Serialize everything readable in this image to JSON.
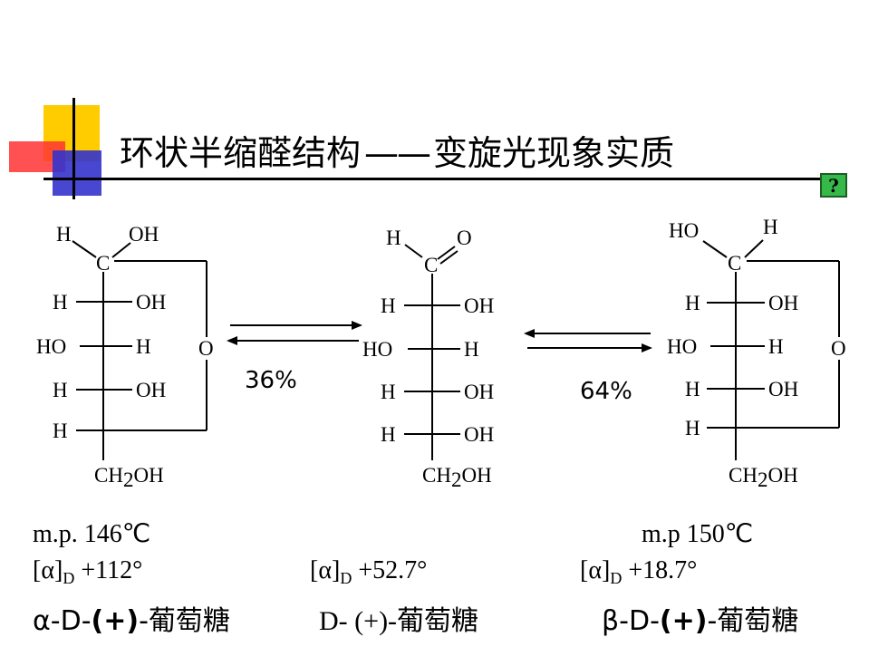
{
  "title": {
    "main": "环状半缩醛结构",
    "dash": "——",
    "sub": "变旋光现象实质"
  },
  "help_button": {
    "label": "?",
    "color": "#36b84a"
  },
  "colors": {
    "accent_yellow": "#ffcc00",
    "accent_red": "#ff3333",
    "accent_blue": "#3333cc"
  },
  "alpha_form": {
    "c1": {
      "H": "H",
      "OH": "OH",
      "C": "C"
    },
    "rows": [
      {
        "left": "H",
        "right": "OH"
      },
      {
        "left": "HO",
        "right": "H"
      },
      {
        "left": "H",
        "right": "OH"
      },
      {
        "left": "H",
        "right": ""
      }
    ],
    "ring_o": "O",
    "bottom": {
      "a": "CH",
      "sub": "2",
      "b": "OH"
    },
    "mp": "m.p. 146℃",
    "rotation": {
      "symbol": "[α]",
      "sub": "D",
      "value": "+112°"
    },
    "name": {
      "greek": "α",
      "prefix": "-D-",
      "sign": "(+)",
      "suffix": "-葡萄糖"
    }
  },
  "open_form": {
    "c1": {
      "H": "H",
      "O": "O",
      "C": "C"
    },
    "rows": [
      {
        "left": "H",
        "right": "OH"
      },
      {
        "left": "HO",
        "right": "H"
      },
      {
        "left": "H",
        "right": "OH"
      },
      {
        "left": "H",
        "right": "OH"
      }
    ],
    "bottom": {
      "a": "CH",
      "sub": "2",
      "b": "OH"
    },
    "rotation": {
      "symbol": "[α]",
      "sub": "D",
      "value": "+52.7°"
    },
    "name": {
      "text": "D- (+)-葡萄糖"
    }
  },
  "beta_form": {
    "c1": {
      "HO": "HO",
      "H": "H",
      "C": "C"
    },
    "rows": [
      {
        "left": "H",
        "right": "OH"
      },
      {
        "left": "HO",
        "right": "H"
      },
      {
        "left": "H",
        "right": "OH"
      },
      {
        "left": "H",
        "right": ""
      }
    ],
    "ring_o": "O",
    "bottom": {
      "a": "CH",
      "sub": "2",
      "b": "OH"
    },
    "mp": "m.p 150℃",
    "rotation": {
      "symbol": "[α]",
      "sub": "D",
      "value": "+18.7°"
    },
    "name": {
      "greek": "β",
      "prefix": "-D-",
      "sign": "(+)",
      "suffix": "-葡萄糖"
    }
  },
  "equilibrium": {
    "left_pct": "36%",
    "right_pct": "64%"
  }
}
